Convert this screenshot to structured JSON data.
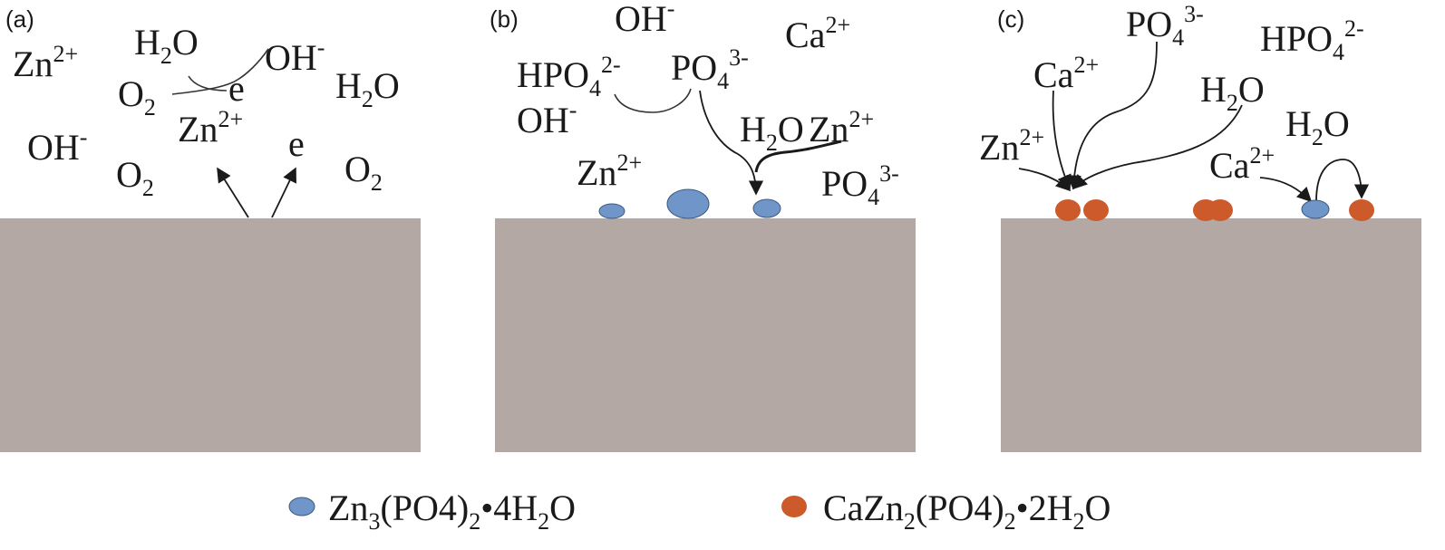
{
  "colors": {
    "substrate": "#b3a8a3",
    "zn_phosphate": "#6f95c9",
    "cazn_phosphate": "#cc5a2a",
    "outline": "#3d5a80"
  },
  "panels": {
    "a": {
      "label": "(a)"
    },
    "b": {
      "label": "(b)"
    },
    "c": {
      "label": "(c)"
    }
  },
  "species": {
    "zn": "Zn",
    "zn_charge": "2+",
    "ca": "Ca",
    "ca_charge": "2+",
    "oh": "OH",
    "oh_charge": "-",
    "h": "H",
    "h2_sub": "2",
    "o": "O",
    "o2": "O",
    "o2_sub": "2",
    "e": "e",
    "po4": "PO",
    "po4_sub": "4",
    "po4_charge": "3-",
    "hpo4": "HPO",
    "hpo4_sub": "4",
    "hpo4_charge": "2-"
  },
  "legend": {
    "zn_phosphate": {
      "p1": "Zn",
      "s1": "3",
      "p2": "(PO4)",
      "s2": "2",
      "p3": "•4H",
      "s3": "2",
      "p4": "O"
    },
    "cazn_phosphate": {
      "p1": "CaZn",
      "s1": "2",
      "p2": "(PO4)",
      "s2": "2",
      "p3": "•2H",
      "s3": "2",
      "p4": "O"
    }
  }
}
